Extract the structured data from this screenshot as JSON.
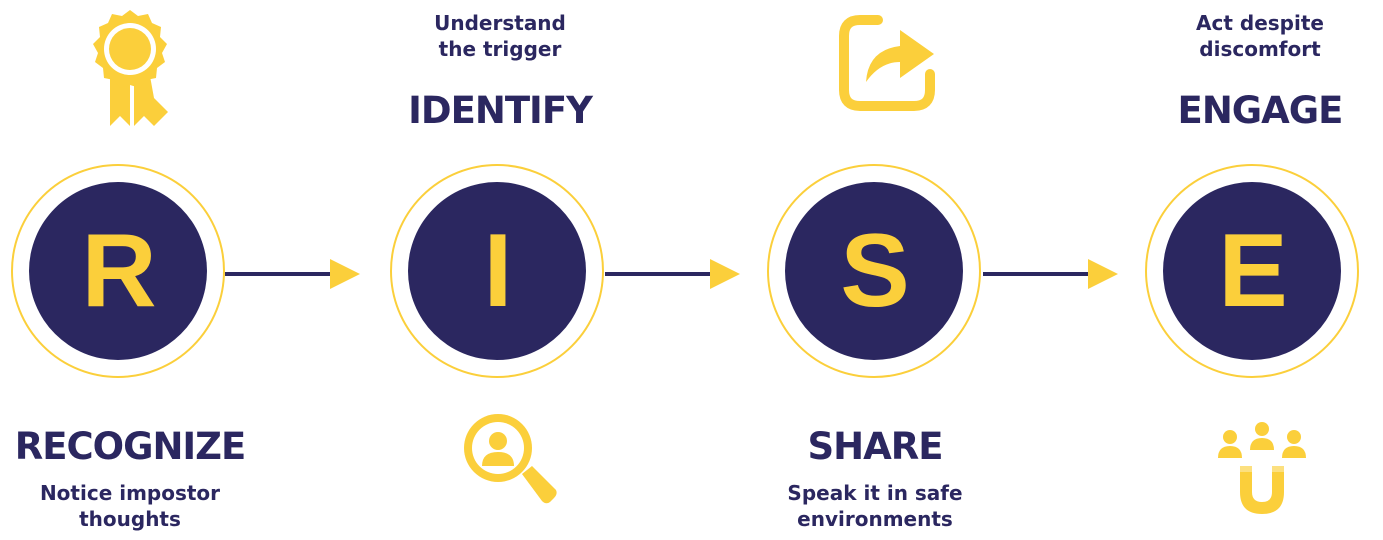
{
  "colors": {
    "navy": "#2b2760",
    "yellow": "#fbcf3b"
  },
  "steps": [
    {
      "letter": "R",
      "title": "RECOGNIZE",
      "desc_line1": "Notice impostor",
      "desc_line2": "thoughts",
      "icon": "award-ribbon-icon"
    },
    {
      "letter": "I",
      "title": "IDENTIFY",
      "desc_line1": "Understand",
      "desc_line2": "the trigger",
      "icon": "search-person-icon"
    },
    {
      "letter": "S",
      "title": "SHARE",
      "desc_line1": "Speak it in safe",
      "desc_line2": "environments",
      "icon": "share-icon"
    },
    {
      "letter": "E",
      "title": "ENGAGE",
      "desc_line1": "Act despite",
      "desc_line2": "discomfort",
      "icon": "magnet-people-icon"
    }
  ]
}
